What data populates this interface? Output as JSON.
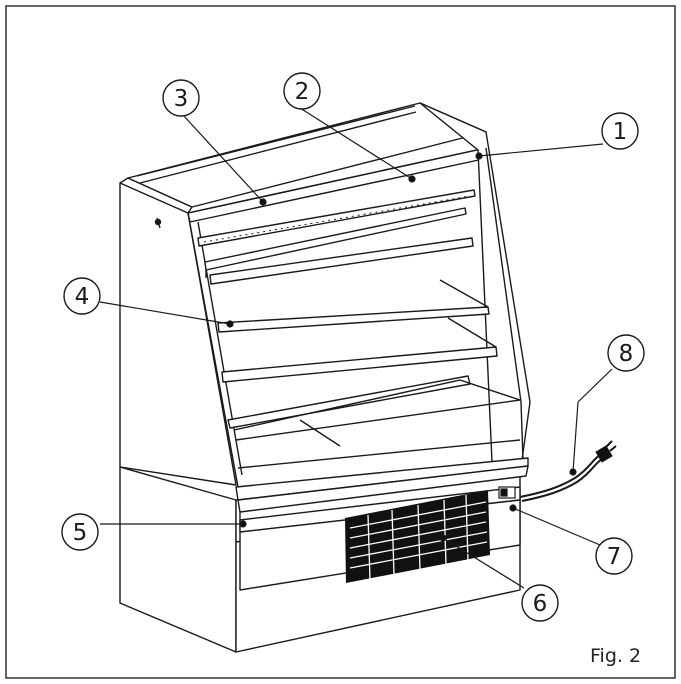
{
  "figure": {
    "caption": "Fig. 2"
  },
  "callouts": [
    {
      "id": "1",
      "label": "1"
    },
    {
      "id": "2",
      "label": "2"
    },
    {
      "id": "3",
      "label": "3"
    },
    {
      "id": "4",
      "label": "4"
    },
    {
      "id": "5",
      "label": "5"
    },
    {
      "id": "6",
      "label": "6"
    },
    {
      "id": "7",
      "label": "7"
    },
    {
      "id": "8",
      "label": "8"
    }
  ],
  "colors": {
    "line": "#1a1a1a",
    "background": "#ffffff",
    "grille": "#111111"
  }
}
